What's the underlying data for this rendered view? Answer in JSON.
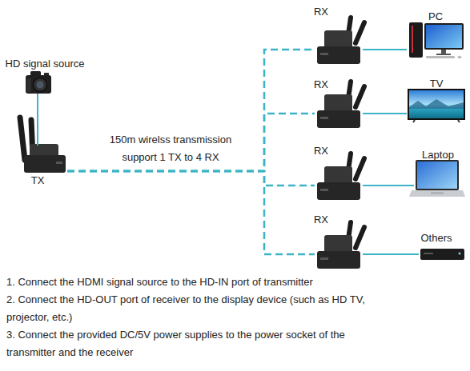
{
  "diagram": {
    "nodes": [
      {
        "text": [
          "HD signal source"
        ]
      },
      {
        "text": [
          "TX"
        ]
      },
      {
        "text": [
          "RX"
        ]
      },
      {
        "text": [
          "PC"
        ]
      },
      {
        "text": [
          "RX"
        ]
      },
      {
        "text": [
          "TV"
        ]
      },
      {
        "text": [
          "RX"
        ]
      },
      {
        "text": [
          "Laptop"
        ]
      },
      {
        "text": [
          "RX"
        ]
      },
      {
        "text": [
          "Others"
        ]
      }
    ],
    "edges": [
      {
        "from": 0,
        "to": 1,
        "arrow": "none"
      },
      {
        "from": 1,
        "to": 2,
        "arrow": "none"
      },
      {
        "from": 1,
        "to": 4,
        "arrow": "none"
      },
      {
        "from": 1,
        "to": 6,
        "arrow": "none"
      },
      {
        "from": 1,
        "to": 8,
        "arrow": "none"
      },
      {
        "from": 2,
        "to": 3,
        "arrow": "none"
      },
      {
        "from": 4,
        "to": 5,
        "arrow": "none"
      },
      {
        "from": 6,
        "to": 7,
        "arrow": "none"
      },
      {
        "from": 8,
        "to": 9,
        "arrow": "none"
      }
    ],
    "labels": [
      "150m wirelss transmission",
      "support 1 TX to 4 RX",
      "1. Connect the HDMI signal source to the HD-IN port of transmitter",
      "2. Connect the HD-OUT port of receiver to the display device (such as HD TV, projector, etc.)",
      "3. Connect the provided DC/5V power supplies to the power socket of the transmitter and the receiver"
    ]
  }
}
